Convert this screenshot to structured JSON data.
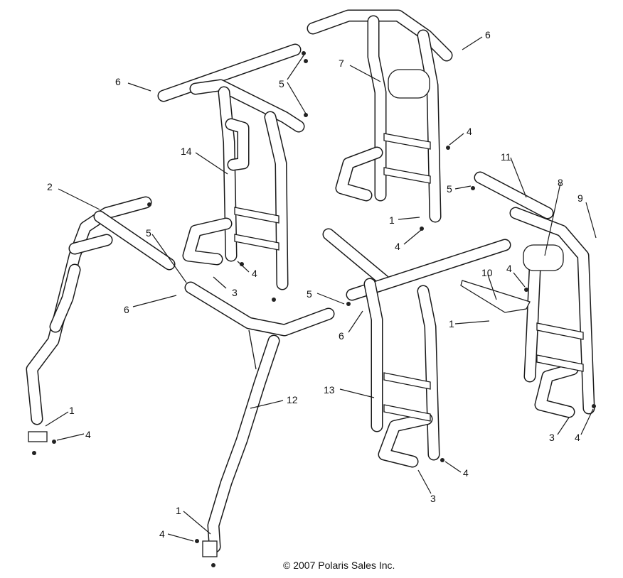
{
  "footer": {
    "copyright": "© 2007 Polaris Sales Inc."
  },
  "callouts": [
    {
      "id": "c-6-top-right",
      "text": "6"
    },
    {
      "id": "c-6-top-left",
      "text": "6"
    },
    {
      "id": "c-7",
      "text": "7"
    },
    {
      "id": "c-5-top",
      "text": "5"
    },
    {
      "id": "c-4-upper",
      "text": "4"
    },
    {
      "id": "c-14",
      "text": "14"
    },
    {
      "id": "c-11",
      "text": "11"
    },
    {
      "id": "c-8",
      "text": "8"
    },
    {
      "id": "c-2",
      "text": "2"
    },
    {
      "id": "c-5-mid-right",
      "text": "5"
    },
    {
      "id": "c-9",
      "text": "9"
    },
    {
      "id": "c-1-upper",
      "text": "1"
    },
    {
      "id": "c-5-left",
      "text": "5"
    },
    {
      "id": "c-4-mid",
      "text": "4"
    },
    {
      "id": "c-4-left-mid",
      "text": "4"
    },
    {
      "id": "c-3-upper",
      "text": "3"
    },
    {
      "id": "c-4-right",
      "text": "4"
    },
    {
      "id": "c-10",
      "text": "10"
    },
    {
      "id": "c-6-left",
      "text": "6"
    },
    {
      "id": "c-5-center",
      "text": "5"
    },
    {
      "id": "c-1-center",
      "text": "1"
    },
    {
      "id": "c-6-center",
      "text": "6"
    },
    {
      "id": "c-13",
      "text": "13"
    },
    {
      "id": "c-12",
      "text": "12"
    },
    {
      "id": "c-1-left",
      "text": "1"
    },
    {
      "id": "c-4-left-low",
      "text": "4"
    },
    {
      "id": "c-3-right",
      "text": "3"
    },
    {
      "id": "c-4-far-right",
      "text": "4"
    },
    {
      "id": "c-4-bottom-mid",
      "text": "4"
    },
    {
      "id": "c-3-bottom",
      "text": "3"
    },
    {
      "id": "c-1-bottom",
      "text": "1"
    },
    {
      "id": "c-4-bottom",
      "text": "4"
    }
  ]
}
